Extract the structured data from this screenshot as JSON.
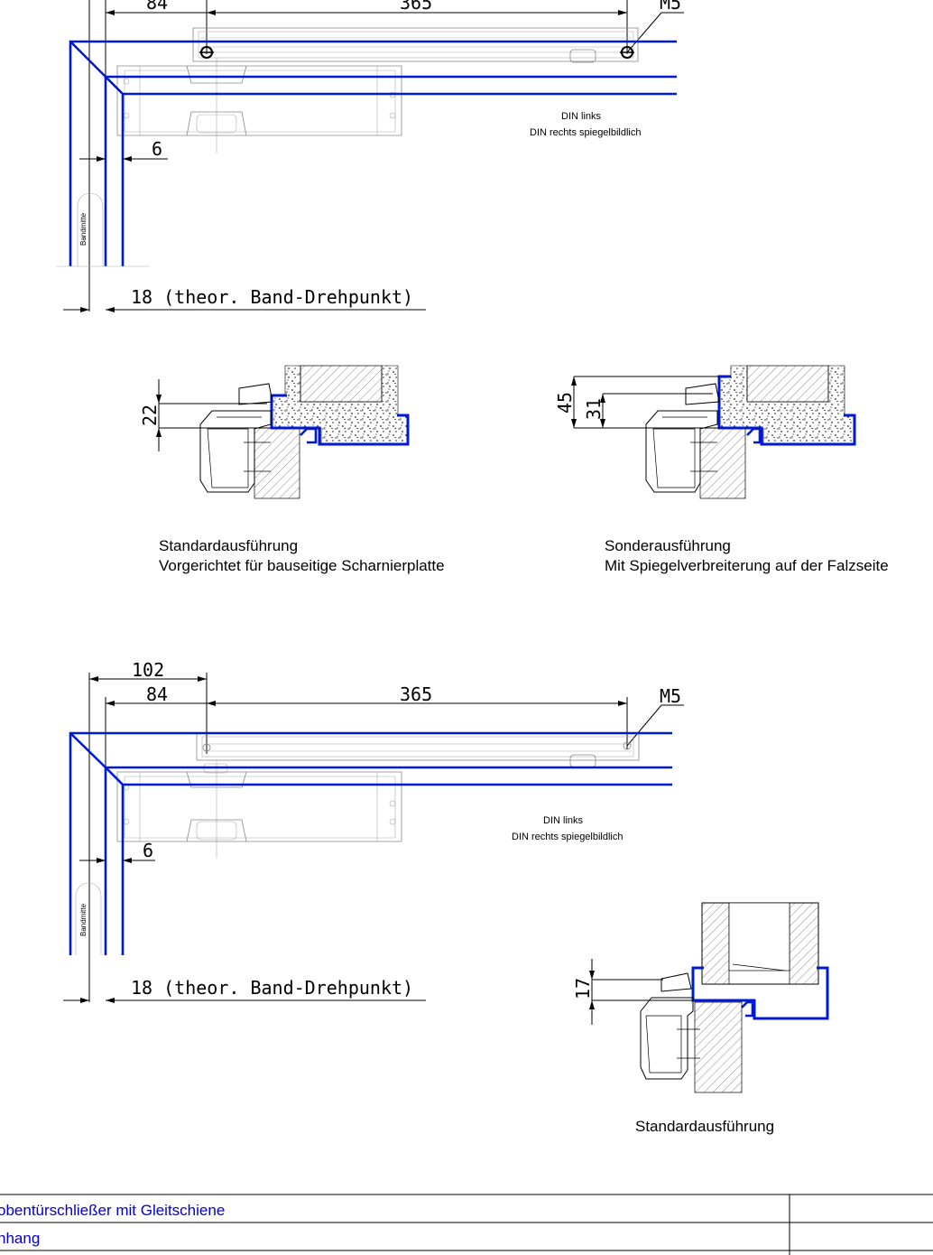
{
  "top_plan": {
    "dim_84": "84",
    "dim_365": "365",
    "dim_m5": "M5",
    "dim_6": "6",
    "dim_18": "18 (theor. Band-Drehpunkt)",
    "bandmitte": "Bandmitte",
    "din_links": "DIN links",
    "din_rechts": "DIN rechts spiegelbildlich"
  },
  "section_standard": {
    "dim": "22",
    "caption_line1": "Standardausführung",
    "caption_line2": "Vorgerichtet für bauseitige Scharnierplatte"
  },
  "section_special": {
    "dim_45": "45",
    "dim_31": "31",
    "caption_line1": "Sonderausführung",
    "caption_line2": "Mit Spiegelverbreiterung auf der Falzseite"
  },
  "bottom_plan": {
    "dim_102": "102",
    "dim_84": "84",
    "dim_365": "365",
    "dim_m5": "M5",
    "dim_6": "6",
    "dim_18": "18 (theor. Band-Drehpunkt)",
    "bandmitte": "Bandmitte",
    "din_links": "DIN links",
    "din_rechts": "DIN rechts spiegelbildlich"
  },
  "section_bottom": {
    "dim": "17",
    "caption": "Standardausführung"
  },
  "title_block": {
    "row1": "obentürschließer mit Gleitschiene",
    "row2": "nhang"
  }
}
